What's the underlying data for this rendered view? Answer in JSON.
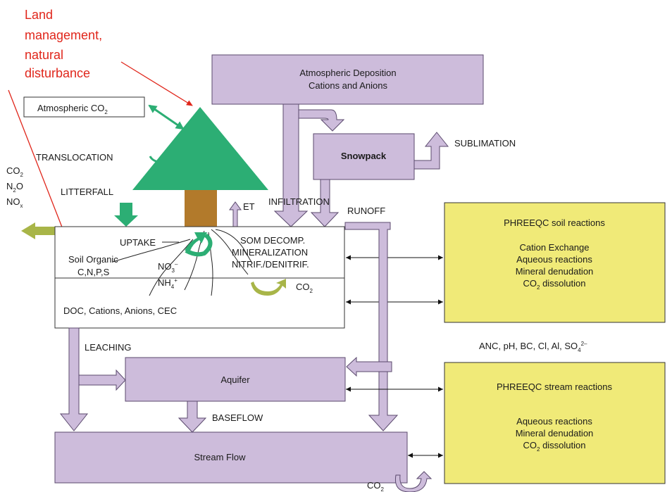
{
  "annotation": {
    "line1": "Land",
    "line2": "management,",
    "line3": "natural",
    "line4": "disturbance",
    "color": "#e0261b"
  },
  "boxes": {
    "atmospheric_co2": {
      "label": "Atmospheric CO",
      "sub": "2"
    },
    "deposition": {
      "line1": "Atmospheric Deposition",
      "line2": "Cations and Anions"
    },
    "snowpack": {
      "label": "Snowpack"
    },
    "soil": {
      "soil_organic": "Soil Organic",
      "cnps": "C,N,P,S",
      "doc": "DOC, Cations, Anions, CEC"
    },
    "aquifer": {
      "label": "Aquifer"
    },
    "stream_flow": {
      "label": "Stream Flow"
    },
    "soil_reactions": {
      "title": "PHREEQC soil reactions",
      "items": [
        "Cation Exchange",
        "Aqueous reactions",
        "Mineral denudation",
        "CO"
      ],
      "co2_sub": "2",
      "co2_tail": " dissolution"
    },
    "stream_reactions": {
      "title": "PHREEQC stream reactions",
      "items": [
        "Aqueous reactions",
        "Mineral denudation",
        "CO"
      ],
      "co2_sub": "2",
      "co2_tail": " dissolution"
    }
  },
  "labels": {
    "translocation": "TRANSLOCATION",
    "litterfall": "LITTERFALL",
    "uptake": "UPTAKE",
    "et": "ET",
    "infiltration": "INFILTRATION",
    "runoff": "RUNOFF",
    "sublimation": "SUBLIMATION",
    "som_decomp": "SOM DECOMP.",
    "mineralization": "MINERALIZATION",
    "nitrif": "NITRIF./DENITRIF.",
    "leaching": "LEACHING",
    "baseflow": "BASEFLOW",
    "no3": {
      "base": "NO",
      "sub": "3",
      "sup": "–"
    },
    "nh4": {
      "base": "NH",
      "sub": "4",
      "sup": "+"
    },
    "co2_soil": {
      "base": "CO",
      "sub": "2"
    },
    "co2_stream": {
      "base": "CO",
      "sub": "2"
    },
    "gases": {
      "co2": {
        "base": "CO",
        "sub": "2"
      },
      "n2o": {
        "base": "N",
        "sub": "2",
        "tail": "O"
      },
      "nox": {
        "base": "NO",
        "sub": "x"
      }
    },
    "anc": {
      "base": "ANC, pH, BC, Cl, Al, SO",
      "sub": "4",
      "sup": "2–"
    }
  },
  "colors": {
    "lavender_fill": "#cdbcdb",
    "lavender_stroke": "#5b4a6e",
    "yellow_fill": "#f0ea78",
    "tree_green": "#2cae74",
    "trunk_brown": "#b27a2b",
    "olive_arrow": "#a8b548",
    "red": "#e0261b"
  }
}
